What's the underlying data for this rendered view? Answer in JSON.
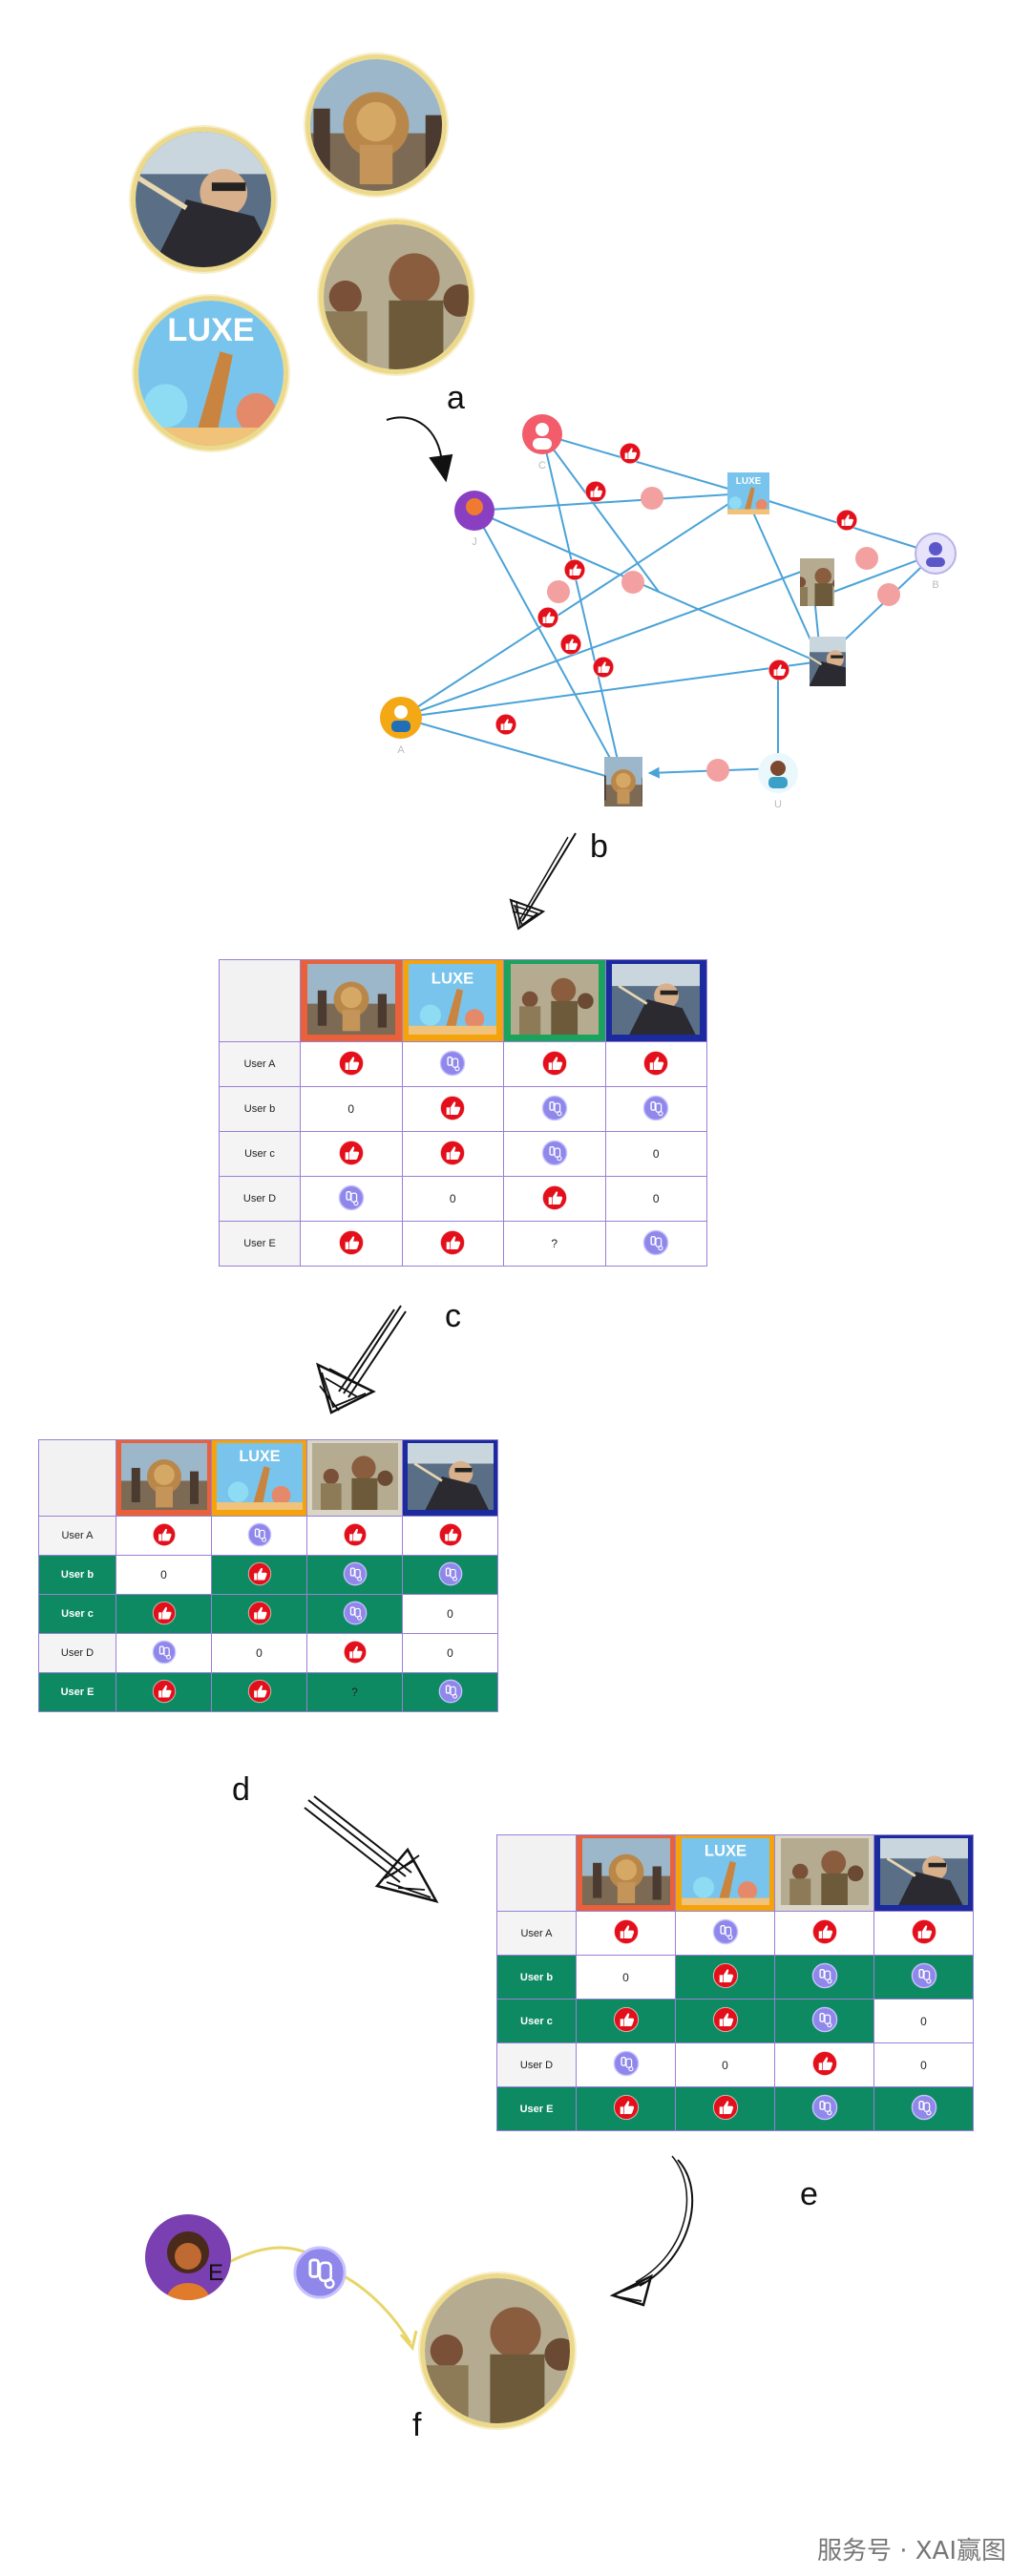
{
  "labels": {
    "a": "a",
    "b": "b",
    "c": "c",
    "d": "d",
    "e": "e",
    "f": "f"
  },
  "movies": [
    {
      "id": "lion",
      "icon": "lion-movie-icon",
      "frame_color": "#e8613a"
    },
    {
      "id": "luxe",
      "icon": "luxe-movie-icon",
      "frame_color": "#f4a30c",
      "title": "LUXE"
    },
    {
      "id": "crowd",
      "icon": "crowd-movie-icon",
      "frame_color": "#1aa35c"
    },
    {
      "id": "wizard",
      "icon": "wizard-movie-icon",
      "frame_color": "#1b2a9c"
    }
  ],
  "graph": {
    "users": [
      {
        "id": "C",
        "label": "C",
        "color": "#f25c6b"
      },
      {
        "id": "J",
        "label": "J",
        "color": "#8a3fc3"
      },
      {
        "id": "B",
        "label": "B",
        "color": "#b7b2e8"
      },
      {
        "id": "A",
        "label": "A",
        "color": "#f4a815"
      },
      {
        "id": "U",
        "label": "U",
        "color": "#7bcde0"
      }
    ]
  },
  "table_c": {
    "rows": [
      {
        "label": "User A",
        "cells": [
          "like",
          "dislike",
          "like",
          "like"
        ]
      },
      {
        "label": "User b",
        "cells": [
          "0",
          "like",
          "dislike",
          "dislike"
        ]
      },
      {
        "label": "User c",
        "cells": [
          "like",
          "like",
          "dislike",
          "0"
        ]
      },
      {
        "label": "User D",
        "cells": [
          "dislike",
          "0",
          "like",
          "0"
        ]
      },
      {
        "label": "User E",
        "cells": [
          "like",
          "like",
          "?",
          "dislike"
        ]
      }
    ]
  },
  "table_d": {
    "rows": [
      {
        "label": "User A",
        "hl": false,
        "cells": [
          "like",
          "dislike",
          "like",
          "like"
        ],
        "green": [
          false,
          false,
          false,
          false
        ]
      },
      {
        "label": "User b",
        "hl": true,
        "cells": [
          "0",
          "like",
          "dislike",
          "dislike"
        ],
        "green": [
          false,
          true,
          true,
          true
        ]
      },
      {
        "label": "User c",
        "hl": true,
        "cells": [
          "like",
          "like",
          "dislike",
          "0"
        ],
        "green": [
          true,
          true,
          true,
          false
        ]
      },
      {
        "label": "User D",
        "hl": false,
        "cells": [
          "dislike",
          "0",
          "like",
          "0"
        ],
        "green": [
          false,
          false,
          false,
          false
        ]
      },
      {
        "label": "User E",
        "hl": true,
        "cells": [
          "like",
          "like",
          "?",
          "dislike"
        ],
        "green": [
          true,
          true,
          true,
          true
        ]
      }
    ]
  },
  "table_e": {
    "rows": [
      {
        "label": "User A",
        "hl": false,
        "cells": [
          "like",
          "dislike",
          "like",
          "like"
        ],
        "green": [
          false,
          false,
          false,
          false
        ]
      },
      {
        "label": "User b",
        "hl": true,
        "cells": [
          "0",
          "like",
          "dislike",
          "dislike"
        ],
        "green": [
          false,
          true,
          true,
          true
        ]
      },
      {
        "label": "User c",
        "hl": true,
        "cells": [
          "like",
          "like",
          "dislike",
          "0"
        ],
        "green": [
          true,
          true,
          true,
          false
        ]
      },
      {
        "label": "User D",
        "hl": false,
        "cells": [
          "dislike",
          "0",
          "like",
          "0"
        ],
        "green": [
          false,
          false,
          false,
          false
        ]
      },
      {
        "label": "User E",
        "hl": true,
        "cells": [
          "like",
          "like",
          "dislike",
          "dislike"
        ],
        "green": [
          true,
          true,
          true,
          true
        ]
      }
    ]
  },
  "final": {
    "user_label": "E",
    "prediction": "dislike"
  },
  "footer": {
    "text": "服务号 · XAI赢图"
  }
}
